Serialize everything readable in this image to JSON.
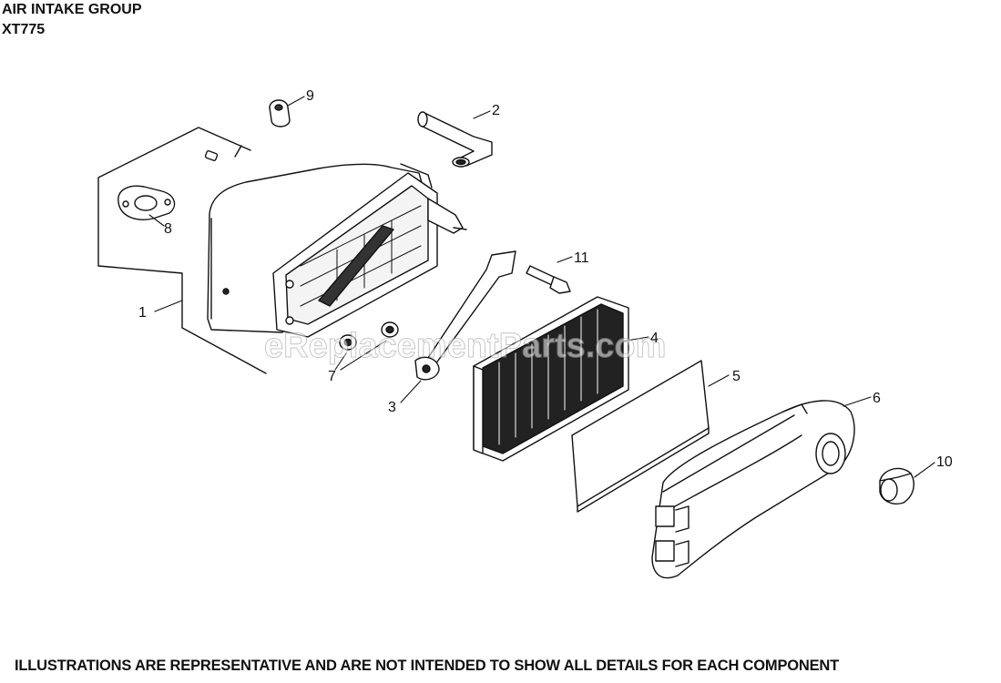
{
  "title": {
    "line1": "AIR INTAKE GROUP",
    "line2": "XT775"
  },
  "callouts": {
    "c1": "1",
    "c2": "2",
    "c3": "3",
    "c4": "4",
    "c5": "5",
    "c6": "6",
    "c7": "7",
    "c8": "8",
    "c9": "9",
    "c10": "10",
    "c11": "11"
  },
  "watermark": "eReplacementParts.com",
  "footer": "ILLUSTRATIONS ARE REPRESENTATIVE AND ARE NOT INTENDED TO SHOW ALL DETAILS FOR EACH COMPONENT"
}
